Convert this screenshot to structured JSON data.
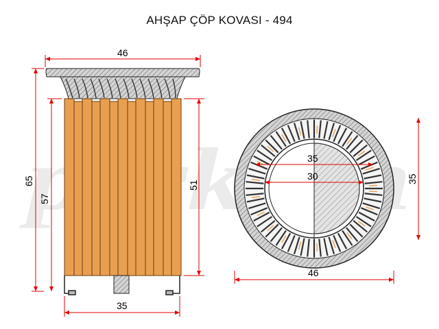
{
  "title": "AHŞAP ÇÖP KOVASI - 494",
  "watermark": "parksan",
  "colors": {
    "wood": "#e8a050",
    "wood_stroke": "#6b3a10",
    "steel_hatch": "#9a9a9a",
    "dimension": "#e00000"
  },
  "side_view": {
    "dim_top_width": "46",
    "dim_total_height": "65",
    "dim_body_height": "57",
    "dim_slat_height": "51",
    "dim_base_width": "35"
  },
  "top_view": {
    "dim_inner_large": "35",
    "dim_inner_small": "30",
    "dim_outer_width": "46",
    "dim_outer_height": "35"
  }
}
